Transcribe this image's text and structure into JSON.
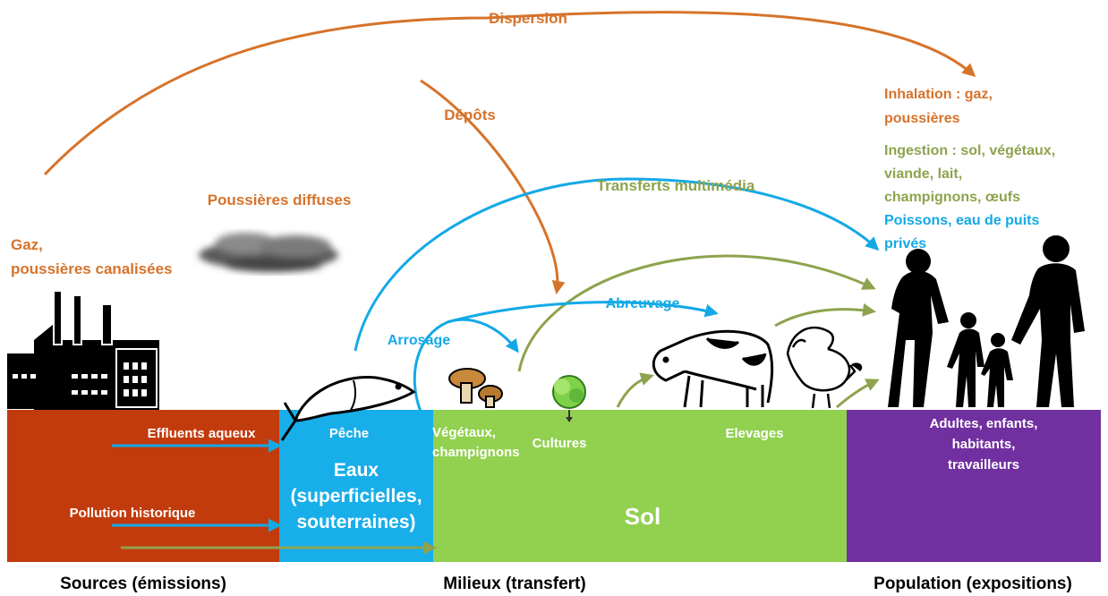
{
  "colors": {
    "orange": "#d6732b",
    "green": "#8ea34e",
    "blue": "#13a9e6",
    "sources_band": "#c23b0c",
    "water_band": "#18aeea",
    "soil_band": "#92d050",
    "population_band": "#7030a0",
    "white": "#ffffff",
    "black": "#000000"
  },
  "labels": {
    "dispersion": "Dispersion",
    "depots": "Dépôts",
    "poussieres_diffuses": "Poussières diffuses",
    "gaz_line1": "Gaz,",
    "gaz_line2": "poussières canalisées",
    "transferts": "Transferts multimédia",
    "inhalation_line1": "Inhalation : gaz,",
    "inhalation_line2": "poussières",
    "ingestion_line1": "Ingestion : sol, végétaux,",
    "ingestion_line2": "viande, lait,",
    "ingestion_line3": "champignons, œufs",
    "poissons_line1": "Poissons, eau de puits",
    "poissons_line2": "privés",
    "abreuvage": "Abreuvage",
    "arrosage": "Arrosage",
    "effluents": "Effluents aqueux",
    "pollution": "Pollution historique",
    "peche": "Pêche",
    "eaux_line1": "Eaux",
    "eaux_line2": "(superficielles,",
    "eaux_line3": "souterraines)",
    "vegetaux_line1": "Végétaux,",
    "vegetaux_line2": "champignons",
    "cultures": "Cultures",
    "elevages": "Elevages",
    "sol": "Sol",
    "adultes_line1": "Adultes, enfants,",
    "adultes_line2": "habitants,",
    "adultes_line3": "travailleurs"
  },
  "footer": {
    "sources": "Sources (émissions)",
    "milieux": "Milieux (transfert)",
    "population": "Population (expositions)"
  },
  "icons": [
    "factory-icon",
    "dust-cloud-icon",
    "fish-icon",
    "mushroom-icon",
    "lettuce-icon",
    "cow-icon",
    "rooster-icon",
    "family-icon"
  ]
}
